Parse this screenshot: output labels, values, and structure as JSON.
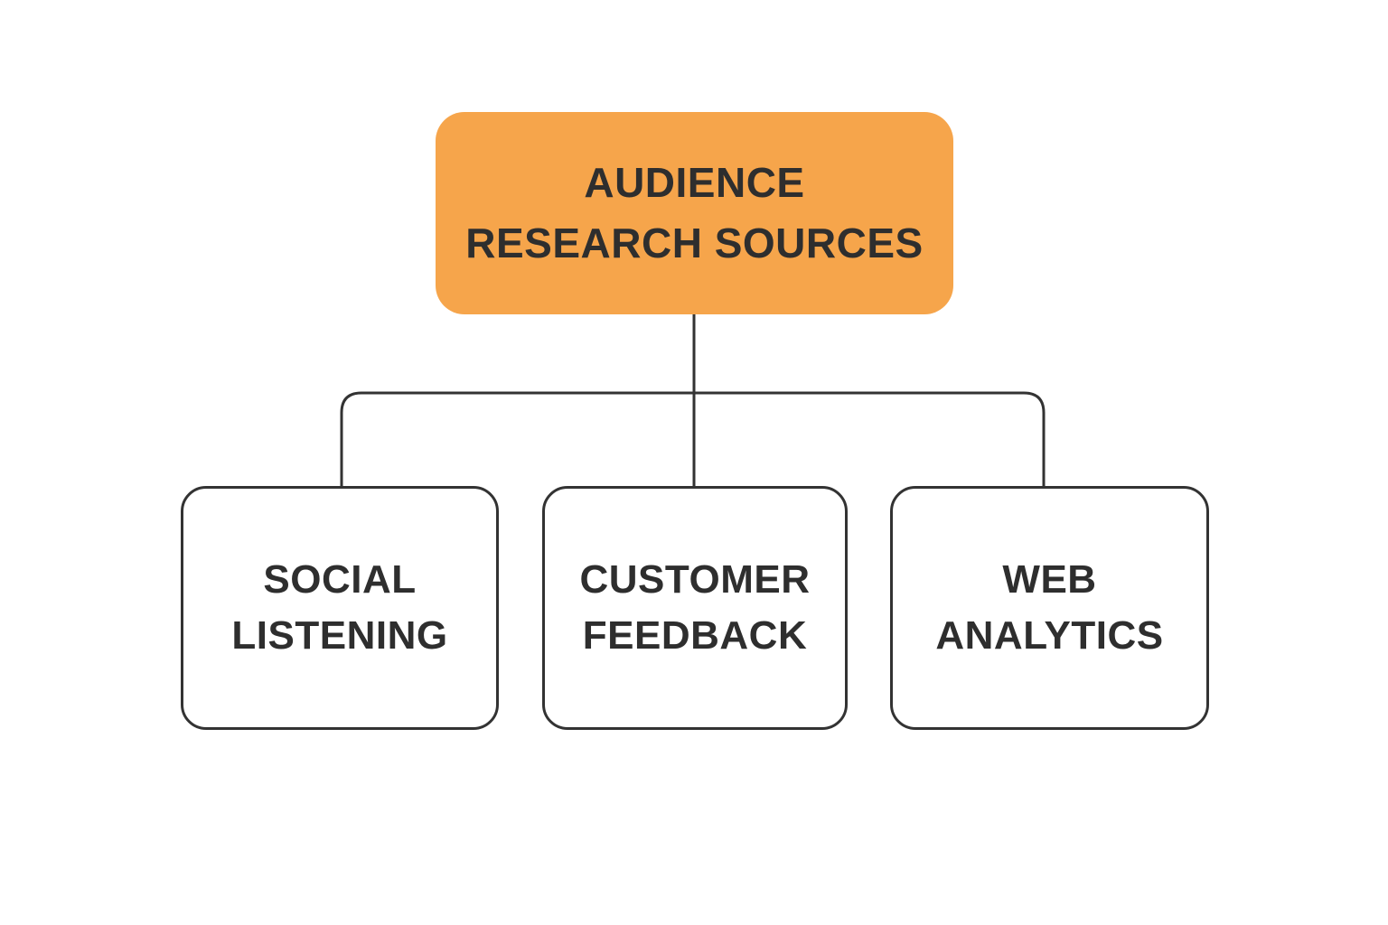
{
  "diagram": {
    "type": "tree",
    "root": {
      "label": "AUDIENCE\nRESEARCH SOURCES"
    },
    "children": [
      {
        "label": "SOCIAL\nLISTENING"
      },
      {
        "label": "CUSTOMER\nFEEDBACK"
      },
      {
        "label": "WEB\nANALYTICS"
      }
    ],
    "colors": {
      "root_fill": "#f6a54b",
      "child_fill": "#ffffff",
      "border": "#333333",
      "line": "#333333",
      "text": "#2e2e2e",
      "background": "#ffffff"
    }
  }
}
